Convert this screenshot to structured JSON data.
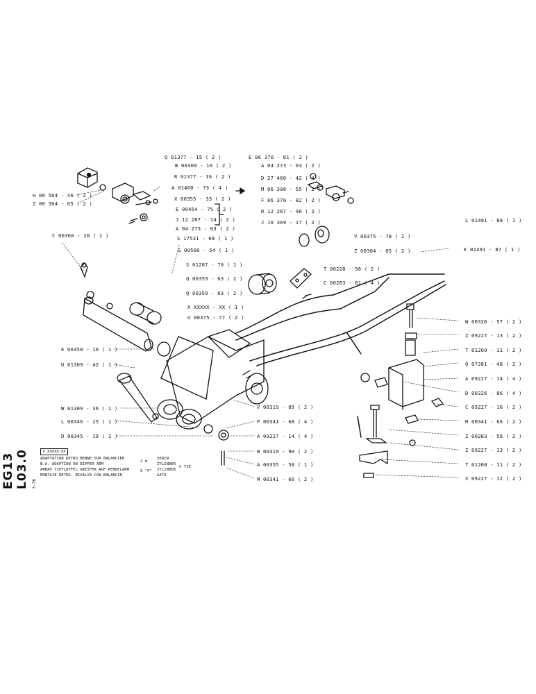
{
  "sheet": {
    "code": "EG13 L03.0",
    "sub": "3-76",
    "ref_box": "X XXXXX-XX",
    "descriptions": [
      "ADAPTATION RETRO BENNE SUR BALANCIER",
      "B.A. ADAPTION ON DIPPER ARM",
      "ANBAU TIEFLOFFEL GREIFER AUF PENDELARM",
      "MONTAJE RETRO. BIVALVA CON BALANCIN"
    ],
    "qty_cols": [
      "2 m",
      "5 \"F\""
    ],
    "part_names": [
      "VERIN",
      "ZYLINDER",
      "ZYLINDER",
      "GATO"
    ],
    "model": "C 710"
  },
  "labels": {
    "l1": "Q 01377 - 15 ( 2 )",
    "l2": "B 00300 - 16 ( 2 )",
    "l3": "R 01377 - 16 ( 2 )",
    "l4": "A 01460 - 73 ( 4 )",
    "l5": "X 00355 - 33 ( 2 )",
    "l6": "E 00454 - 75 ( 2 )",
    "l7": "J 12 287 - 14 ( 2 )",
    "l8": "A 04 273 - 63 ( 2 )",
    "l9": "H 00 504 - 46 ( 2 )",
    "l10": "Z 00 304 - 05 ( 2 )",
    "l11": "E 06 370 - 81 ( 2 )",
    "l12": "A 04 273 - 63 ( 2 )",
    "l13": "D 27 460 - 42 ( 4 )",
    "l14": "M 06 308 - 55 ( 2 )",
    "l15": "F 06 370 - 82 ( 2 )",
    "l16": "R 12 287 - 90 ( 2 )",
    "l17": "J 10 369 - 17 ( 2 )",
    "l18": "L 01491 - 88 ( 1 )",
    "l19": "S 17531 - 68 ( 1 )",
    "l20": "C 00360 - 20 ( 1 )",
    "l21": "V 00375 - 78 ( 2 )",
    "l22": "Z 00304 - 05 ( 2 )",
    "l23": "K 01491 - 87 ( 1 )",
    "l24": "G 00500 - 54 ( 1 )",
    "l25": "S 01287 - 70 ( 1 )",
    "l26": "T 00228 - 56 ( 2 )",
    "l27": "C 00283 - 61 ( 4 )",
    "l28": "Q 00359 - 63 ( 2 )",
    "l29": "Q 00359 - 63 ( 2 )",
    "l30": "X XXXXX - XX ( 1 )",
    "l31": "U 00375 - 77 ( 2 )",
    "l32": "W 00326 - 57 ( 2 )",
    "l33": "Z 09227 - 13 ( 2 )",
    "l34": "T 01260 - 11 ( 2 )",
    "l35": "Q 07281 - 48 ( 2 )",
    "l36": "A 09227 - 14 ( 4 )",
    "l37": "D 00326 - 86 ( 4 )",
    "l38": "C 09227 - 16 ( 2 )",
    "l39": "M 00341 - 66 ( 2 )",
    "l40": "Z 00283 - 58 ( 2 )",
    "l41": "Z 09227 - 13 ( 2 )",
    "l42": "T 01260 - 11 ( 2 )",
    "l43": "X 09227 - 12 ( 2 )",
    "l44": "E 00350 - 10 ( 1 )",
    "l45": "D 01309 - 42 ( 1 )",
    "l46": "W 01309 - 36 ( 1 )",
    "l47": "L 00346 - 25 ( 1 )",
    "l48": "D 00345 - 19 ( 1 )",
    "l49": "V 00319 - 89 ( 2 )",
    "l50": "P 00341 - 68 ( 4 )",
    "l51": "A 09227 - 14 ( 4 )",
    "l52": "W 00319 - 90 ( 2 )",
    "l53": "A 00355 - 58 ( 1 )",
    "l54": "M 00341 - 66 ( 2 )"
  }
}
